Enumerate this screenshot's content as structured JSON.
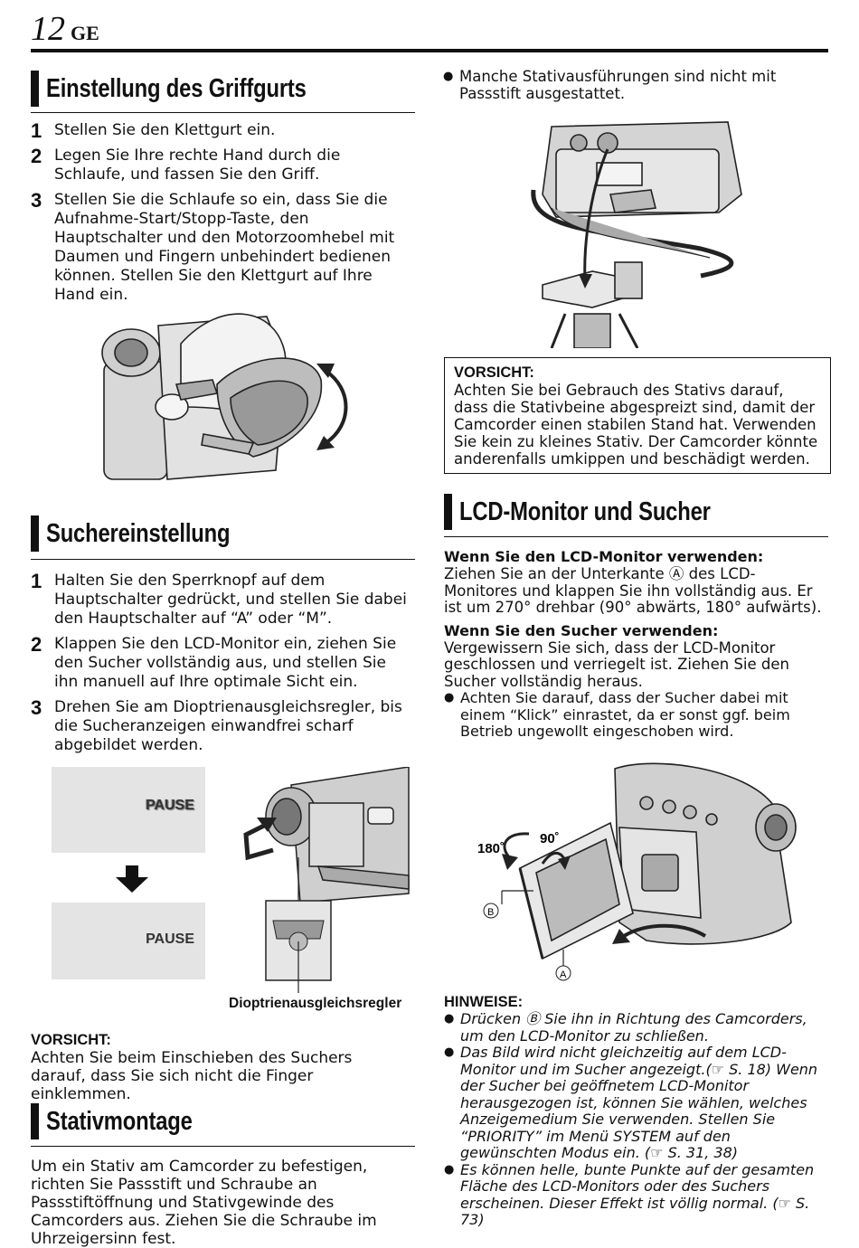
{
  "header": {
    "page_number": "12",
    "lang_code": "GE"
  },
  "griffgurt": {
    "title": "Einstellung des Griffgurts",
    "steps": [
      {
        "n": "1",
        "text": "Stellen Sie den Klettgurt ein."
      },
      {
        "n": "2",
        "text": "Legen Sie Ihre rechte Hand durch die Schlaufe, und fassen Sie den Griff."
      },
      {
        "n": "3",
        "text": "Stellen Sie die Schlaufe so ein, dass Sie die Aufnahme-Start/Stopp-Taste, den Hauptschalter und den Motorzoomhebel mit Daumen und Fingern unbehindert bedienen können. Stellen Sie den Klettgurt auf Ihre Hand ein."
      }
    ]
  },
  "sucher_einstellung": {
    "title": "Suchereinstellung",
    "steps": [
      {
        "n": "1",
        "text": "Halten Sie den Sperrknopf auf dem Hauptschalter gedrückt, und stellen Sie dabei den Hauptschalter auf “A” oder “M”."
      },
      {
        "n": "2",
        "text": "Klappen Sie den LCD-Monitor ein, ziehen Sie den Sucher vollständig aus, und stellen Sie ihn manuell auf Ihre optimale Sicht ein."
      },
      {
        "n": "3",
        "text": "Drehen Sie am Dioptrienausgleichsregler, bis die Sucheranzeigen einwandfrei scharf abgebildet werden."
      }
    ],
    "display_text_blurry": "PAUSE",
    "display_text_sharp": "PAUSE",
    "diopter_label": "Dioptrienausgleichsregler",
    "caution_title": "VORSICHT:",
    "caution_text": "Achten Sie beim Einschieben des Suchers darauf, dass Sie sich nicht die Finger einklemmen."
  },
  "stativ": {
    "title": "Stativmontage",
    "text": "Um ein Stativ am Camcorder zu befestigen, richten Sie Passstift und Schraube an Passstiftöffnung und Stativgewinde des Camcorders aus. Ziehen Sie die Schraube im Uhrzeigersinn fest.",
    "bullet": "Manche Stativausführungen sind nicht mit Passstift ausgestattet.",
    "caution_title": "VORSICHT:",
    "caution_text": "Achten Sie bei Gebrauch des Stativs darauf, dass die Stativbeine abgespreizt sind, damit der Camcorder einen stabilen Stand hat. Verwenden Sie kein zu kleines Stativ. Der Camcorder könnte anderenfalls umkippen und beschädigt werden."
  },
  "lcd": {
    "title": "LCD-Monitor und Sucher",
    "sub1": "Wenn Sie den LCD-Monitor verwenden:",
    "text1": "Ziehen Sie an der Unterkante Ⓐ des LCD-Monitores und klappen Sie ihn vollständig aus. Er ist um 270° drehbar (90° abwärts, 180° aufwärts).",
    "sub2": "Wenn Sie den Sucher verwenden:",
    "text2": "Vergewissern Sie sich, dass der LCD-Monitor geschlossen und verriegelt ist. Ziehen Sie den Sucher vollständig heraus.",
    "bullet": "Achten Sie darauf, dass der Sucher dabei mit einem “Klick” einrastet, da er sonst ggf. beim Betrieb ungewollt eingeschoben wird.",
    "fig_label_180": "180˚",
    "fig_label_90": "90˚",
    "fig_label_b": "B",
    "fig_label_a": "A",
    "notes_title": "HINWEISE:",
    "notes": [
      "Drücken Ⓑ Sie ihn in Richtung des Camcorders, um den LCD-Monitor zu schließen.",
      "Das Bild wird nicht gleichzeitig auf dem LCD-Monitor und im Sucher angezeigt.(☞ S. 18) Wenn der Sucher bei geöffnetem LCD-Monitor herausgezogen ist, können Sie wählen, welches Anzeigemedium Sie verwenden. Stellen Sie “PRIORITY” im Menü SYSTEM auf den gewünschten Modus ein. (☞ S. 31, 38)",
      "Es können helle, bunte Punkte auf der gesamten Fläche des LCD-Monitors oder des Suchers erscheinen. Dieser Effekt ist völlig normal. (☞ S. 73)"
    ]
  }
}
